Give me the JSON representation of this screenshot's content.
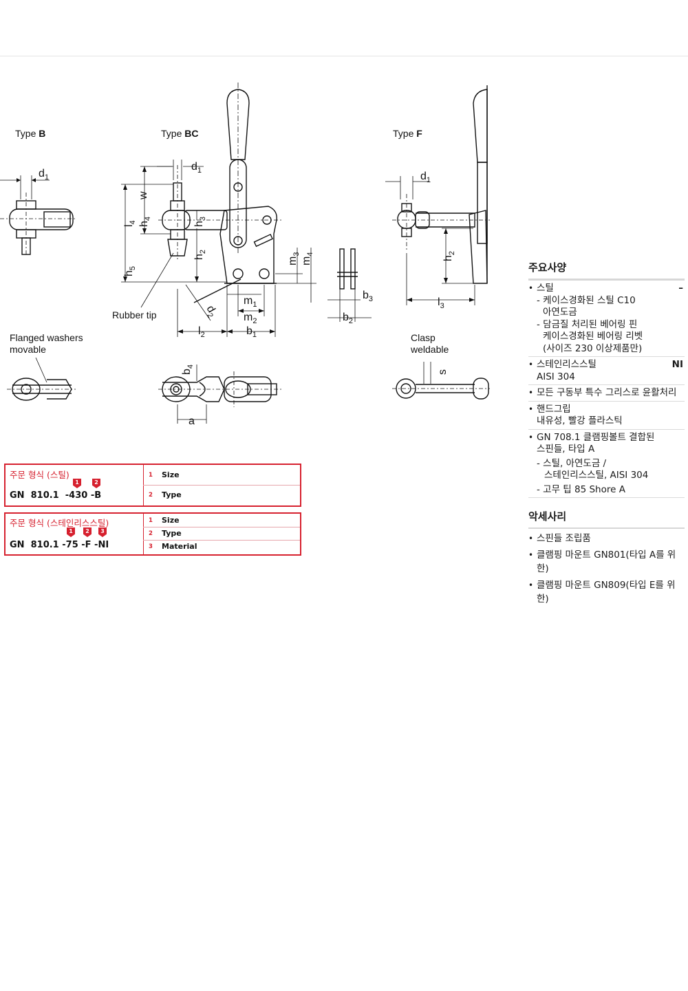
{
  "drawing": {
    "type_b": {
      "prefix": "Type ",
      "letter": "B"
    },
    "type_bc": {
      "prefix": "Type ",
      "letter": "BC"
    },
    "type_f": {
      "prefix": "Type ",
      "letter": "F"
    },
    "rubber_tip": "Rubber tip",
    "flanged_line1": "Flanged washers",
    "flanged_line2": "movable",
    "clasp_line1": "Clasp",
    "clasp_line2": "weldable"
  },
  "order_steel": {
    "title": "주문 형식 (스틸)",
    "code": "GN  810.1  -430 -B",
    "markers": [
      "1",
      "2"
    ],
    "rows": [
      {
        "num": "1",
        "name": "Size"
      },
      {
        "num": "2",
        "name": "Type"
      }
    ]
  },
  "order_stainless": {
    "title": "주문 형식 (스테인리스스틸)",
    "code": "GN  810.1 -75 -F -NI",
    "markers": [
      "1",
      "2",
      "3"
    ],
    "rows": [
      {
        "num": "1",
        "name": "Size"
      },
      {
        "num": "2",
        "name": "Type"
      },
      {
        "num": "3",
        "name": "Material"
      }
    ]
  },
  "specs": {
    "title": "주요사양",
    "steel_label": "스틸",
    "steel_flag": "–",
    "steel_sub1": "- 케이스경화된 스틸 C10",
    "steel_sub1b": "아연도금",
    "steel_sub2": "- 담금질 처리된 베어링 핀",
    "steel_sub2b": "케이스경화된 베어링 리벳",
    "steel_sub2c": "(사이즈 230 이상제품만)",
    "stainless_label": "스테인리스스틸",
    "stainless_flag": "NI",
    "stainless_sub": "AISI 304",
    "grease": "모든 구동부 특수 그리스로 윤활처리",
    "grip_label": "핸드그립",
    "grip_sub": "내유성, 빨강 플라스틱",
    "spindle_label": "GN 708.1 클램핑볼트 결합된",
    "spindle_label2": "스핀들, 타입 A",
    "spindle_sub1": "-  스틸, 아연도금 /",
    "spindle_sub1b": "스테인리스스틸, AISI 304",
    "spindle_sub2": "-  고무 팁 85 Shore A"
  },
  "accessories": {
    "title": "악세사리",
    "items": [
      "스핀들 조립품",
      "클램핑 마운트 GN801(타입 A를 위한)",
      "클램핑 마운트 GN809(타입 E를 위한)"
    ]
  }
}
